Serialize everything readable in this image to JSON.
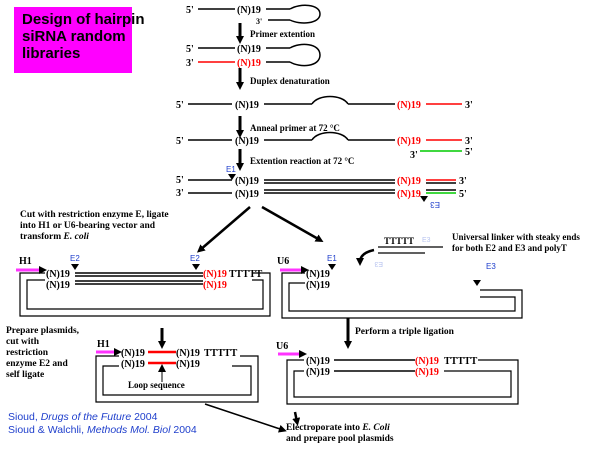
{
  "title_lines": [
    "Design of hairpin",
    "siRNA random",
    "libraries"
  ],
  "primes": {
    "five": "5'",
    "three": "3'"
  },
  "n19": "(N)19",
  "polyT": "TTTTT",
  "steps": {
    "primer_extension": "Primer extention",
    "duplex_denaturation": "Duplex denaturation",
    "anneal": "Anneal primer at 72 °C",
    "extension_reaction": "Extention reaction at 72 °C"
  },
  "sites": {
    "e1": "E1",
    "e2": "E2",
    "e3": "E3",
    "e3_flipped": "E3"
  },
  "promoters": {
    "h1": "H1",
    "u6": "U6"
  },
  "left_branch_text": [
    "Cut with restriction enzyme E, ligate",
    "into H1 or U6-bearing vector and",
    "transform "
  ],
  "left_branch_italic": "E. coli",
  "linker_text": [
    "Universal linker with steaky ends",
    "for both E2 and E3 and polyT"
  ],
  "prepare_text": [
    "Prepare plasmids,",
    "cut with",
    "restriction",
    "enzyme E2 and",
    "self ligate"
  ],
  "loop_sequence": "Loop sequence",
  "triple_ligation": "Perform a triple ligation",
  "electroporate": [
    "Electroporate into ",
    "and prepare pool plasmids"
  ],
  "electroporate_italic": "E. Coli",
  "references": [
    {
      "authors": "Sioud, ",
      "journal": "Drugs of the Future",
      "year": " 2004"
    },
    {
      "authors": "Sioud & Walchli, ",
      "journal": "Methods  Mol. Biol",
      "year": " 2004"
    }
  ],
  "colors": {
    "title_bg": "#ff00ff",
    "red": "#ff0000",
    "green": "#00cc00",
    "blue": "#1f3fcc",
    "magenta": "#ff33ff",
    "lightblue": "#b8c4f0"
  }
}
